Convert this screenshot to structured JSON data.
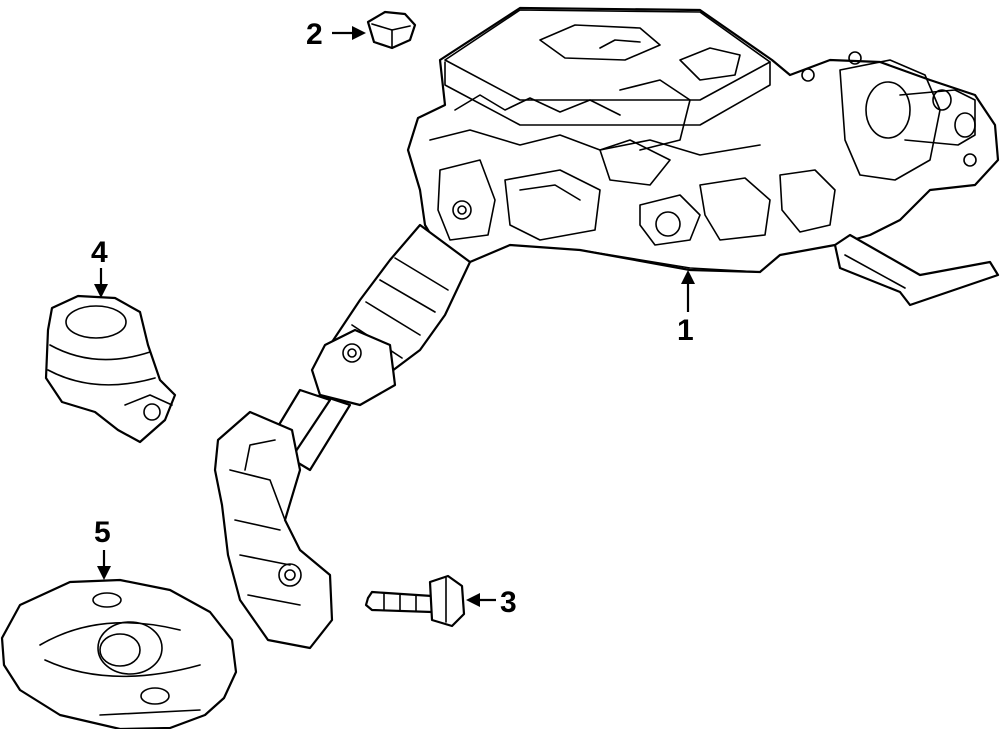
{
  "callouts": [
    {
      "id": "1",
      "label": "1",
      "part": "steering-column-assembly"
    },
    {
      "id": "2",
      "label": "2",
      "part": "nut"
    },
    {
      "id": "3",
      "label": "3",
      "part": "bolt"
    },
    {
      "id": "4",
      "label": "4",
      "part": "boot"
    },
    {
      "id": "5",
      "label": "5",
      "part": "seal-plate"
    }
  ],
  "colors": {
    "line": "#000000",
    "background": "#ffffff"
  }
}
